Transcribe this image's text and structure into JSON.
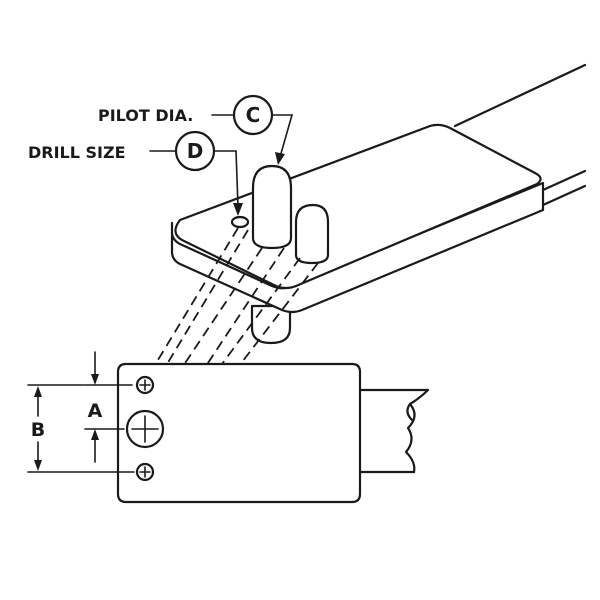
{
  "diagram": {
    "callouts": [
      {
        "id": "C",
        "letter": "C",
        "text": "PILOT DIA."
      },
      {
        "id": "D",
        "letter": "D",
        "text": "DRILL SIZE"
      }
    ],
    "dimensions": {
      "a": "A",
      "b": "B"
    }
  }
}
